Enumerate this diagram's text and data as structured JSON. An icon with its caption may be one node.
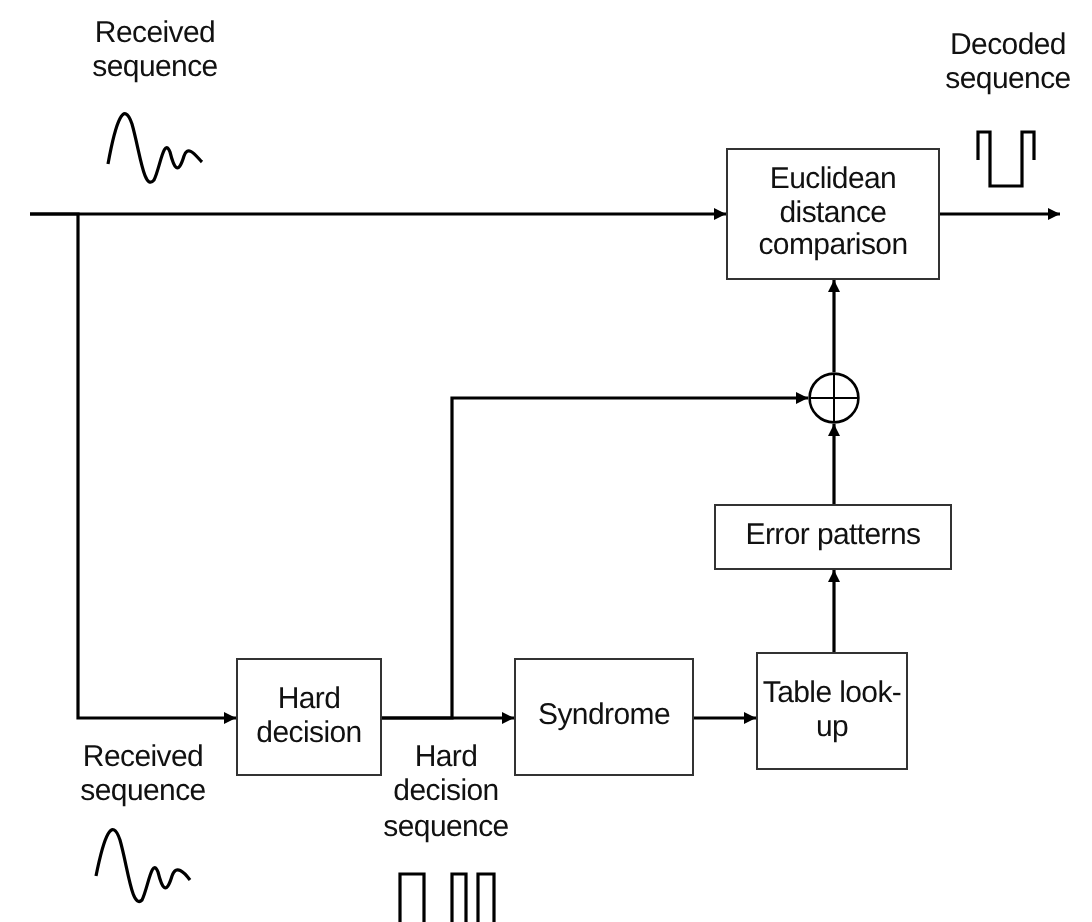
{
  "diagram": {
    "nodes": [
      {
        "text": [
          "Euclidean distance comparison"
        ]
      },
      {
        "text": [],
        "shape": "circle"
      },
      {
        "text": [
          "Error patterns"
        ]
      },
      {
        "text": [
          "Hard decision"
        ]
      },
      {
        "text": [
          "Syndrome"
        ]
      },
      {
        "text": [
          "Table look-up"
        ]
      }
    ],
    "edges": [
      {
        "from": null,
        "to": 0,
        "arrow": "to"
      },
      {
        "from": null,
        "to": 3,
        "arrow": "to"
      },
      {
        "from": 3,
        "to": 4,
        "arrow": "to"
      },
      {
        "from": 3,
        "to": 1,
        "arrow": "to"
      },
      {
        "from": 4,
        "to": 5,
        "arrow": "to"
      },
      {
        "from": 5,
        "to": 2,
        "arrow": "to"
      },
      {
        "from": 2,
        "to": 1,
        "arrow": "to"
      },
      {
        "from": 1,
        "to": 0,
        "arrow": "to"
      },
      {
        "from": 0,
        "to": null,
        "arrow": "to"
      }
    ],
    "labels": [
      "Received sequence",
      "Decoded sequence",
      "Received sequence",
      "Hard decision sequence"
    ]
  }
}
